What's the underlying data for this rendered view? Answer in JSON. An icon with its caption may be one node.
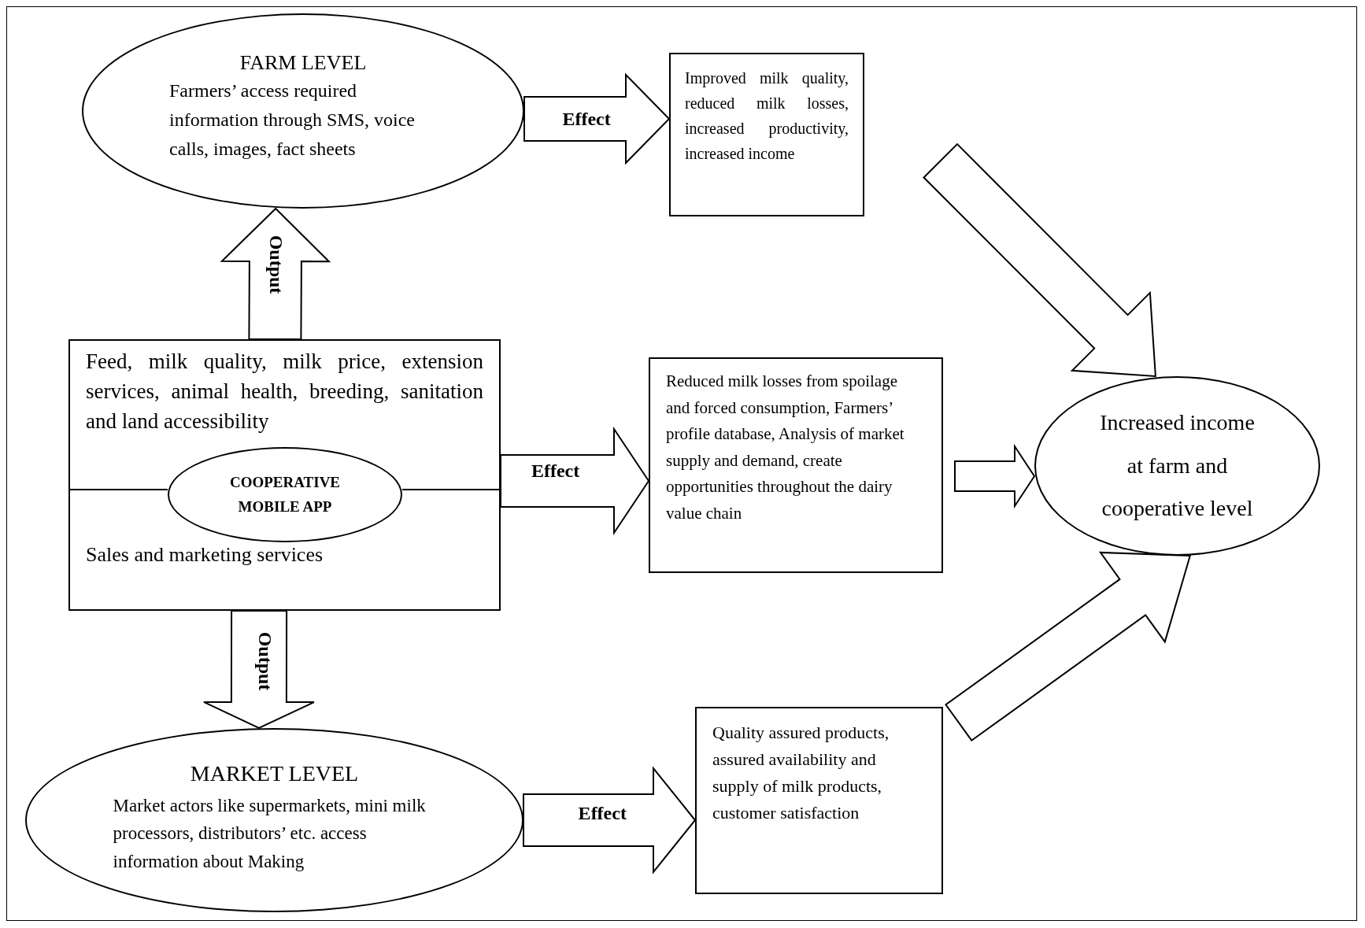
{
  "diagram": {
    "nodes": [
      {
        "text": [
          "FARM LEVEL",
          "Farmers’ access required information through SMS, voice calls, images, fact sheets"
        ]
      },
      {
        "text": [
          "Improved milk quality, reduced milk losses, increased productivity, increased income"
        ]
      },
      {
        "text": [
          "Feed, milk quality, milk price, extension services, animal health, breeding, sanitation and land accessibility",
          "Sales and marketing services"
        ]
      },
      {
        "text": [
          "COOPERATIVE MOBILE APP"
        ],
        "in": 2
      },
      {
        "text": [
          "Reduced milk losses from spoilage and forced consumption, Farmers’ profile database, Analysis of market supply and demand, create opportunities throughout the dairy value chain"
        ]
      },
      {
        "text": [
          "Increased income at farm and cooperative level"
        ]
      },
      {
        "text": [
          "MARKET LEVEL",
          "Market actors like supermarkets, mini milk processors, distributors’ etc. access information about Making"
        ]
      },
      {
        "text": [
          "Quality assured products, assured availability and supply of milk products, customer satisfaction"
        ]
      }
    ],
    "edges": [
      {
        "from": 2,
        "to": 0,
        "arrow": "to",
        "label": "Output"
      },
      {
        "from": 0,
        "to": 1,
        "arrow": "to",
        "label": "Effect"
      },
      {
        "from": 2,
        "to": 4,
        "arrow": "to",
        "label": "Effect"
      },
      {
        "from": 2,
        "to": 6,
        "arrow": "to",
        "label": "Output"
      },
      {
        "from": 6,
        "to": 7,
        "arrow": "to",
        "label": "Effect"
      },
      {
        "from": 1,
        "to": 5,
        "arrow": "to"
      },
      {
        "from": 4,
        "to": 5,
        "arrow": "to"
      },
      {
        "from": 7,
        "to": 5,
        "arrow": "to"
      }
    ]
  }
}
